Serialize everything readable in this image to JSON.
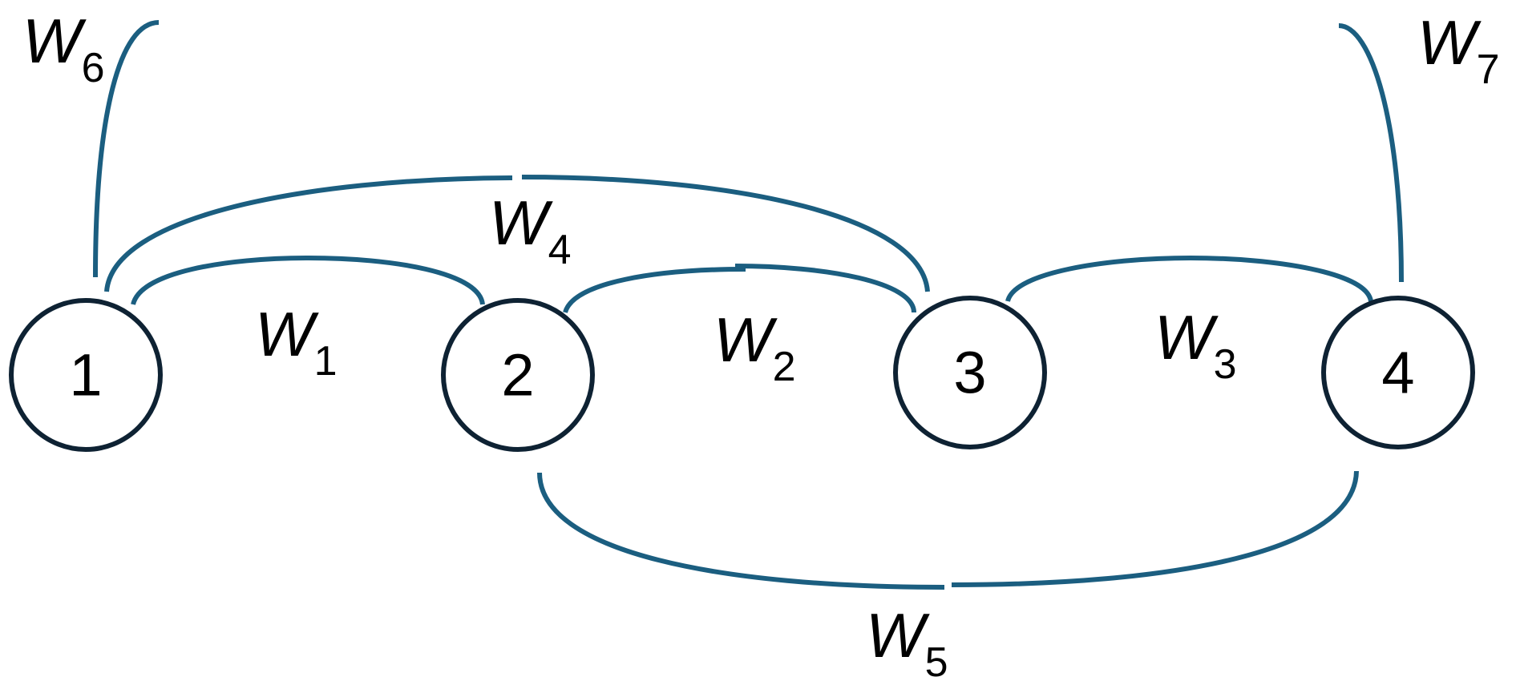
{
  "nodes": [
    {
      "id": "1",
      "label": "1"
    },
    {
      "id": "2",
      "label": "2"
    },
    {
      "id": "3",
      "label": "3"
    },
    {
      "id": "4",
      "label": "4"
    }
  ],
  "edges": [
    {
      "id": "w1",
      "from": "1",
      "to": "2",
      "symbol": "W",
      "subscript": "1"
    },
    {
      "id": "w2",
      "from": "2",
      "to": "3",
      "symbol": "W",
      "subscript": "2"
    },
    {
      "id": "w3",
      "from": "3",
      "to": "4",
      "symbol": "W",
      "subscript": "3"
    },
    {
      "id": "w4",
      "from": "1",
      "to": "3",
      "symbol": "W",
      "subscript": "4"
    },
    {
      "id": "w5",
      "from": "2",
      "to": "4",
      "symbol": "W",
      "subscript": "5"
    },
    {
      "id": "w6",
      "from": "1",
      "to": "",
      "symbol": "W",
      "subscript": "6"
    },
    {
      "id": "w7",
      "from": "4",
      "to": "",
      "symbol": "W",
      "subscript": "7"
    }
  ],
  "colors": {
    "edge": "#1b5e80",
    "node_outline": "#0e2233",
    "text": "#000000"
  }
}
